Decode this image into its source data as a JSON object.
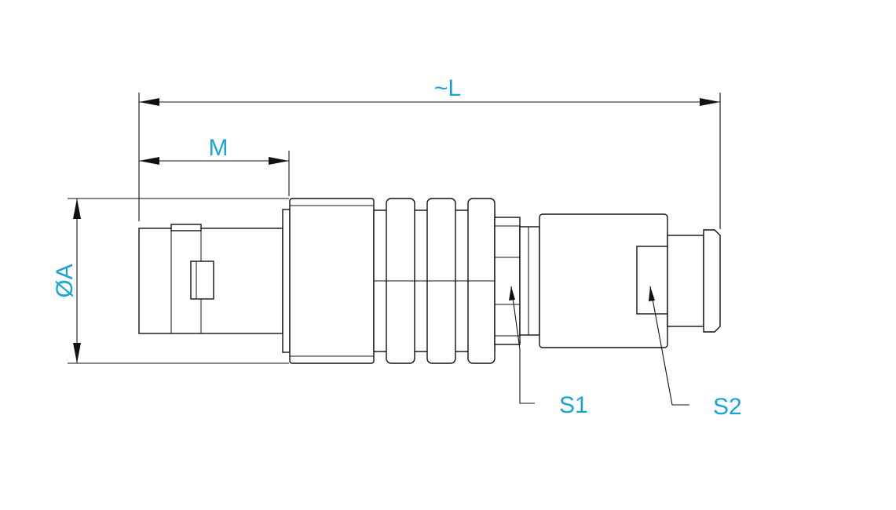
{
  "labels": {
    "length": "~L",
    "m": "M",
    "diameter": "ØA",
    "s1": "S1",
    "s2": "S2"
  },
  "colors": {
    "label": "#1aa3d6",
    "line": "#111111"
  }
}
